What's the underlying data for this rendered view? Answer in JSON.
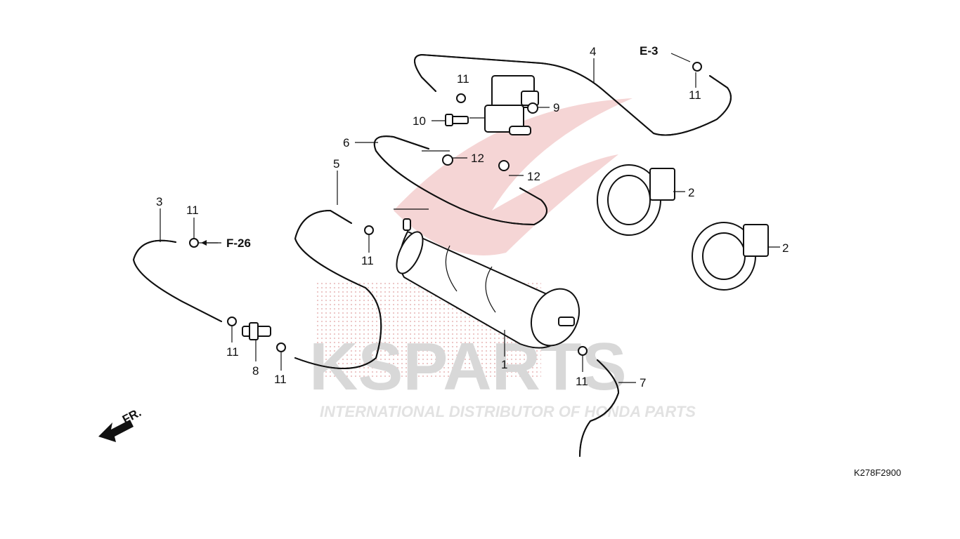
{
  "diagram": {
    "drawing_code": "K278F2900",
    "front_marker": "FR.",
    "references": [
      {
        "id": "ref-e3",
        "text": "E-3"
      },
      {
        "id": "ref-f26",
        "text": "F-26"
      }
    ],
    "callouts": {
      "c1": "1",
      "c2a": "2",
      "c2b": "2",
      "c3": "3",
      "c4": "4",
      "c5": "5",
      "c6": "6",
      "c7": "7",
      "c8": "8",
      "c9": "9",
      "c10": "10",
      "c11a": "11",
      "c11b": "11",
      "c11c": "11",
      "c11d": "11",
      "c11e": "11",
      "c11f": "11",
      "c11g": "11",
      "c12a": "12",
      "c12b": "12"
    },
    "watermark": {
      "brand": "KSPARTS",
      "sub": "HONDA",
      "tagline": "INTERNATIONAL DISTRIBUTOR OF HONDA PARTS"
    },
    "colors": {
      "line": "#111111",
      "watermark": "#d8d8d8",
      "wing": "#f3c9c9"
    }
  }
}
